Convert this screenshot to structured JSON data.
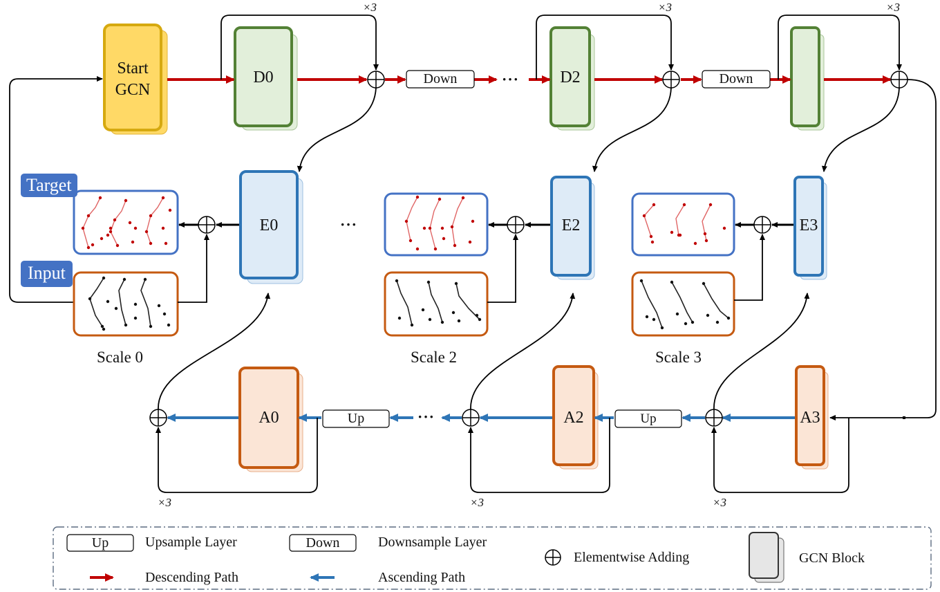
{
  "blocks": {
    "start": "Start\nGCN",
    "d0": "D0",
    "d2": "D2",
    "e0": "E0",
    "e2": "E2",
    "e3": "E3",
    "a0": "A0",
    "a2": "A2",
    "a3": "A3"
  },
  "layers": {
    "down": "Down",
    "up": "Up"
  },
  "repeat_label": "×3",
  "ellipsis": "···",
  "scales": [
    "Scale 0",
    "Scale 2",
    "Scale 3"
  ],
  "tags": {
    "target": "Target",
    "input": "Input"
  },
  "legend": {
    "up_box": "Up",
    "up_text": "Upsample Layer",
    "down_box": "Down",
    "down_text": "Downsample Layer",
    "add_text": "Elementwise Adding",
    "gcn_text": "GCN Block",
    "desc_text": "Descending Path",
    "asc_text": "Ascending Path"
  },
  "colors": {
    "start_fill": "#ffd966",
    "start_stroke": "#d6a90f",
    "green_fill": "#e2efda",
    "green_stroke": "#538135",
    "blue_fill": "#deebf7",
    "blue_stroke": "#2e75b6",
    "orange_fill": "#fbe5d6",
    "orange_stroke": "#c55a11",
    "red_path": "#c00000",
    "blue_path": "#2e75b6",
    "tag_fill": "#4472c4"
  }
}
